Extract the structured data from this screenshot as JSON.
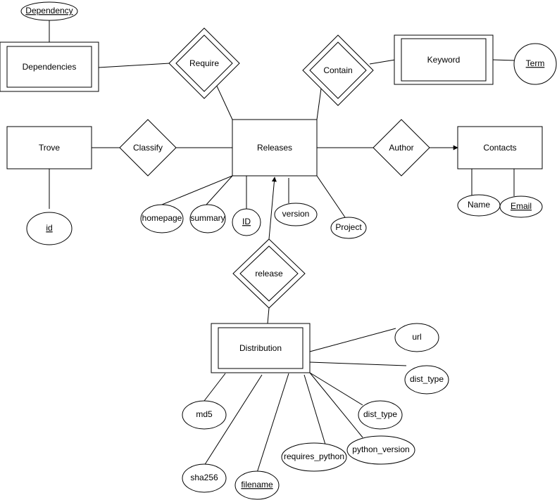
{
  "diagram": {
    "entities": {
      "dependencies": "Dependencies",
      "keyword": "Keyword",
      "trove": "Trove",
      "releases": "Releases",
      "contacts": "Contacts",
      "distribution": "Distribution"
    },
    "relationships": {
      "require": "Require",
      "contain": "Contain",
      "classify": "Classify",
      "author": "Author",
      "release": "release"
    },
    "attributes": {
      "dependency": "Dependency",
      "term": "Term",
      "trove_id": "id",
      "homepage": "homepage",
      "summary": "summary",
      "release_id": "ID",
      "version": "version",
      "project": "Project",
      "name": "Name",
      "email": "Email",
      "url": "url",
      "dist_type_1": "dist_type",
      "dist_type_2": "dist_type",
      "python_version": "python_version",
      "requires_python": "requires_python",
      "md5": "md5",
      "sha256": "sha256",
      "filename": "filename"
    }
  }
}
